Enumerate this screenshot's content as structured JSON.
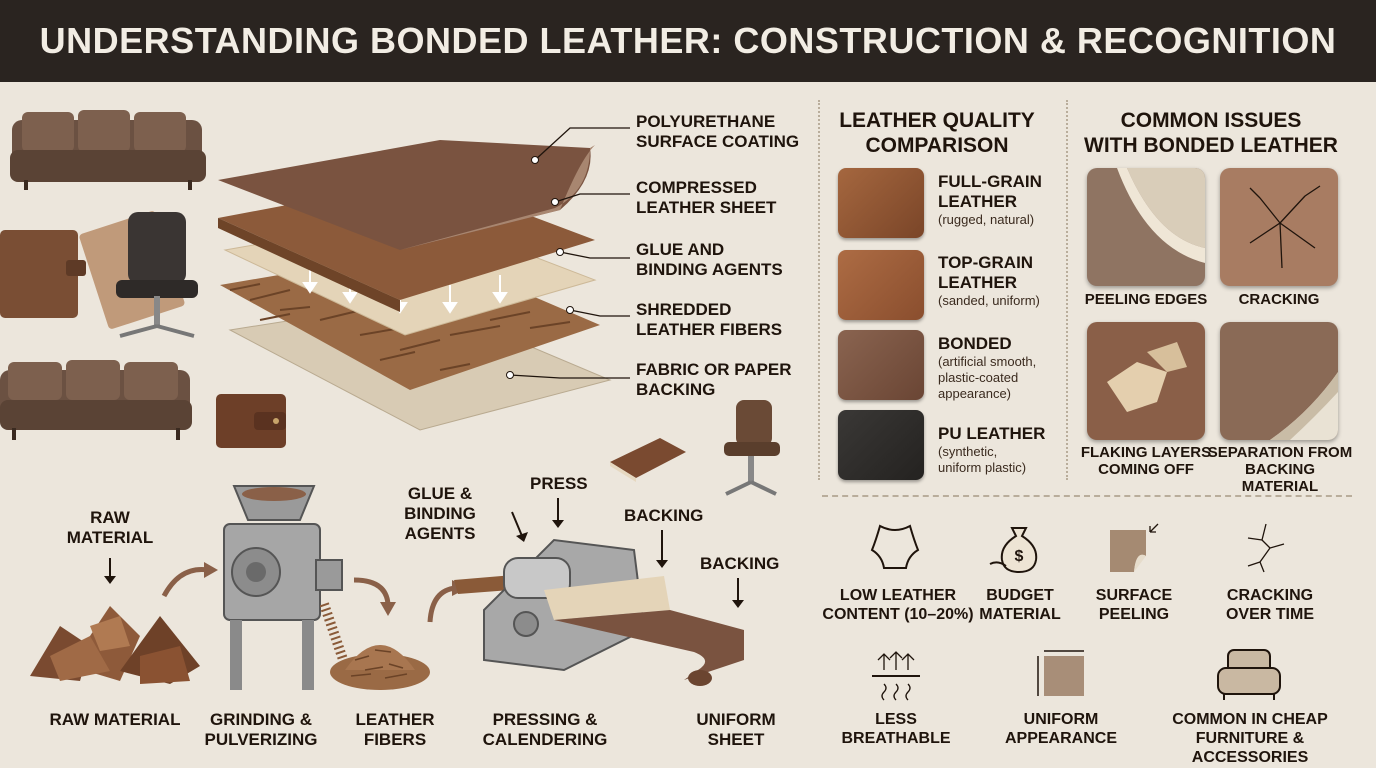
{
  "title": "UNDERSTANDING BONDED LEATHER: CONSTRUCTION & RECOGNITION",
  "layers": [
    {
      "line1": "POLYURETHANE",
      "line2": "SURFACE COATING"
    },
    {
      "line1": "COMPRESSED",
      "line2": "LEATHER SHEET"
    },
    {
      "line1": "GLUE AND",
      "line2": "BINDING AGENTS"
    },
    {
      "line1": "SHREDDED",
      "line2": "LEATHER FIBERS"
    },
    {
      "line1": "FABRIC OR PAPER",
      "line2": "BACKING"
    }
  ],
  "quality": {
    "heading_line1": "LEATHER QUALITY",
    "heading_line2": "COMPARISON",
    "items": [
      {
        "name_line1": "FULL-GRAIN",
        "name_line2": "LEATHER",
        "desc": "(rugged, natural)",
        "color": "#8a5232"
      },
      {
        "name_line1": "TOP-GRAIN",
        "name_line2": "LEATHER",
        "desc": "(sanded, uniform)",
        "color": "#9a5c38"
      },
      {
        "name_line1": "BONDED",
        "desc_line1": "(artificial smooth,",
        "desc_line2": "plastic-coated",
        "desc_line3": "appearance)",
        "color": "#7a5540"
      },
      {
        "name_line1": "PU LEATHER",
        "desc_line1": "(synthetic,",
        "desc_line2": "uniform plastic)",
        "color": "#2e2c2a"
      }
    ]
  },
  "issues": {
    "heading_line1": "COMMON ISSUES",
    "heading_line2": "WITH BONDED LEATHER",
    "items": [
      {
        "label": "PEELING EDGES"
      },
      {
        "label": "CRACKING"
      },
      {
        "label_line1": "FLAKING LAYERS",
        "label_line2": "COMING OFF"
      },
      {
        "label_line1": "SEPARATION FROM",
        "label_line2": "BACKING MATERIAL"
      }
    ]
  },
  "traits": [
    {
      "icon": "leather-hide-icon",
      "line1": "LOW LEATHER",
      "line2": "CONTENT (10–20%)"
    },
    {
      "icon": "money-bag-icon",
      "line1": "BUDGET",
      "line2": "MATERIAL"
    },
    {
      "icon": "peeling-surface-icon",
      "line1": "SURFACE",
      "line2": "PEELING"
    },
    {
      "icon": "crack-icon",
      "line1": "CRACKING",
      "line2": "OVER TIME"
    },
    {
      "icon": "heat-arrows-icon",
      "line1": "LESS",
      "line2": "BREATHABLE"
    },
    {
      "icon": "uniform-square-icon",
      "line1": "UNIFORM",
      "line2": "APPEARANCE"
    },
    {
      "icon": "armchair-icon",
      "line1": "COMMON IN CHEAP",
      "line2": "FURNITURE & ACCESSORIES"
    }
  ],
  "process": {
    "raw_top_line1": "RAW",
    "raw_top_line2": "MATERIAL",
    "glue_line1": "GLUE &",
    "glue_line2": "BINDING",
    "glue_line3": "AGENTS",
    "press": "PRESS",
    "backing_1": "BACKING",
    "backing_2": "BACKING",
    "steps": [
      {
        "line1": "RAW MATERIAL"
      },
      {
        "line1": "GRINDING &",
        "line2": "PULVERIZING"
      },
      {
        "line1": "LEATHER",
        "line2": "FIBERS"
      },
      {
        "line1": "PRESSING &",
        "line2": "CALENDERING"
      },
      {
        "line1": "UNIFORM",
        "line2": "SHEET"
      }
    ]
  }
}
